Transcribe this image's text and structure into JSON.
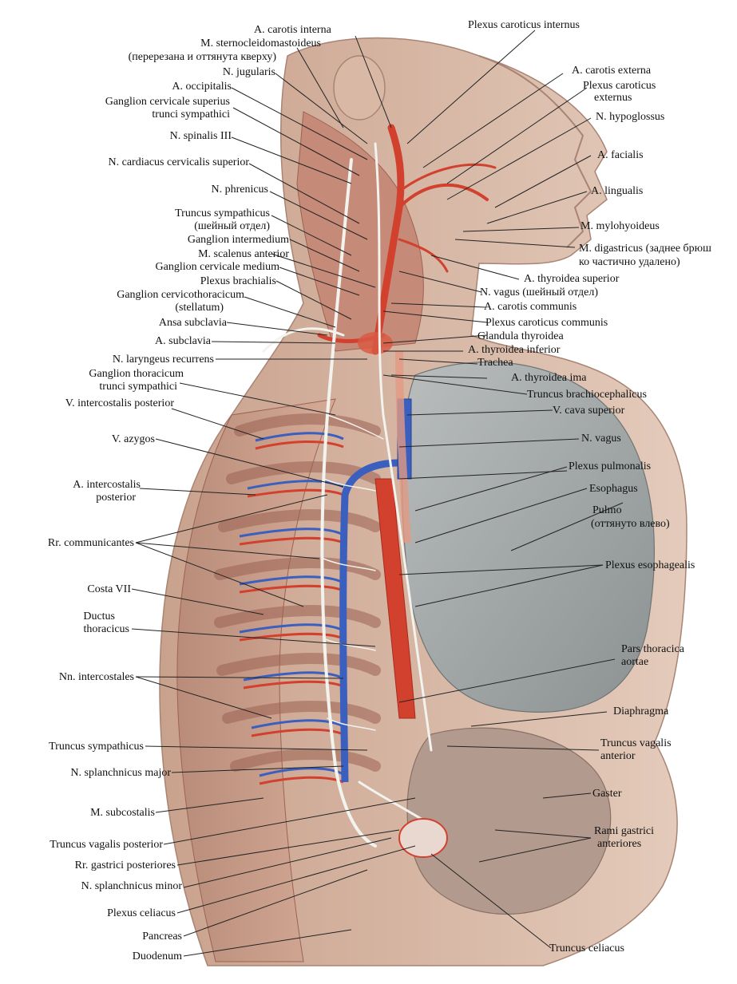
{
  "colors": {
    "skin": "#d9b9a6",
    "skin_shadow": "#b98f7a",
    "muscle": "#c58a78",
    "muscle_dark": "#9c6253",
    "artery": "#d2402e",
    "vein": "#3b5fbf",
    "nerve": "#f2f2ee",
    "lung": "#a9adad",
    "lung_dark": "#8a8f90",
    "stomach": "#b39a8e",
    "leader": "#222222"
  },
  "labels": {
    "a_carotis_interna": "A. carotis interna",
    "plexus_caroticus_internus": "Plexus caroticus internus",
    "m_sternocleidomastoideus": "M. sternocleidomastoideus",
    "m_scm_note": "(перерезана и оттянута кверху)",
    "n_jugularis": "N. jugularis",
    "a_carotis_externa": "A. carotis externa",
    "a_occipitalis": "A. occipitalis",
    "plexus_caroticus_externus_1": "Plexus caroticus",
    "plexus_caroticus_externus_2": "externus",
    "ganglion_cervicale_superius_1": "Ganglion cervicale superius",
    "ganglion_cervicale_superius_2": "trunci sympathici",
    "n_hypoglossus": "N. hypoglossus",
    "n_spinalis_iii": "N. spinalis III",
    "a_facialis": "A. facialis",
    "n_cardiacus_cervicalis_superior": "N. cardiacus cervicalis superior",
    "n_phrenicus": "N. phrenicus",
    "a_lingualis": "A. lingualis",
    "truncus_sympathicus_neck": "Truncus sympathicus",
    "truncus_sympathicus_neck_note": "(шейный отдел)",
    "m_mylohyoideus": "M. mylohyoideus",
    "ganglion_intermedium": "Ganglion intermedium",
    "m_digastricus_1": "M. digastricus (заднее брюш",
    "m_digastricus_2": "ко частично  удалено)",
    "m_scalenus_anterior": "M. scalenus anterior",
    "ganglion_cervicale_medium": "Ganglion cervicale medium",
    "a_thyroidea_superior": "A. thyroidea superior",
    "plexus_brachialis": "Plexus brachialis",
    "n_vagus_neck": "N. vagus (шейный отдел)",
    "ganglion_cervicothoracicum": "Ganglion cervicothoracicum",
    "ganglion_cervicothoracicum_note": "(stellatum)",
    "a_carotis_communis": "A. carotis communis",
    "ansa_subclavia": "Ansa subclavia",
    "plexus_caroticus_communis": "Plexus caroticus communis",
    "a_subclavia": "A. subclavia",
    "glandula_thyroidea": "Glandula thyroidea",
    "a_thyroidea_inferior": "A. thyroidea inferior",
    "n_laryngeus_recurrens": "N. laryngeus recurrens",
    "trachea": "Trachea",
    "ganglion_thoracicum_1": "Ganglion thoracicum",
    "ganglion_thoracicum_2": "trunci sympathici",
    "a_thyroidea_ima": "A. thyroidea ima",
    "truncus_brachiocephalicus": "Truncus brachiocephalicus",
    "v_intercostalis_posterior": "V. intercostalis posterior",
    "v_cava_superior": "V. cava superior",
    "v_azygos": "V. azygos",
    "n_vagus": "N. vagus",
    "plexus_pulmonalis": "Plexus pulmonalis",
    "a_intercostalis_posterior_1": "A. intercostalis",
    "a_intercostalis_posterior_2": "posterior",
    "esophagus": "Esophagus",
    "pulmo": "Pulmo",
    "pulmo_note": "(оттянуто влево)",
    "rr_communicantes": "Rr. communicantes",
    "plexus_esophagealis": "Plexus esophagealis",
    "costa_vii": "Costa VII",
    "ductus_thoracicus_1": "Ductus",
    "ductus_thoracicus_2": "thoracicus",
    "pars_thoracica_aortae_1": "Pars thoracica",
    "pars_thoracica_aortae_2": "aortae",
    "nn_intercostales": "Nn. intercostales",
    "diaphragma": "Diaphragma",
    "truncus_sympathicus": "Truncus sympathicus",
    "truncus_vagalis_anterior_1": "Truncus vagalis",
    "truncus_vagalis_anterior_2": "anterior",
    "n_splanchnicus_major": "N. splanchnicus major",
    "gaster": "Gaster",
    "m_subcostalis": "M. subcostalis",
    "rami_gastrici_anteriores_1": "Rami gastrici",
    "rami_gastrici_anteriores_2": "anteriores",
    "truncus_vagalis_posterior": "Truncus vagalis posterior",
    "rr_gastrici_posteriores": "Rr. gastrici posteriores",
    "n_splanchnicus_minor": "N. splanchnicus minor",
    "plexus_celiacus": "Plexus celiacus",
    "pancreas": "Pancreas",
    "duodenum": "Duodenum",
    "truncus_celiacus": "Truncus celiacus"
  }
}
